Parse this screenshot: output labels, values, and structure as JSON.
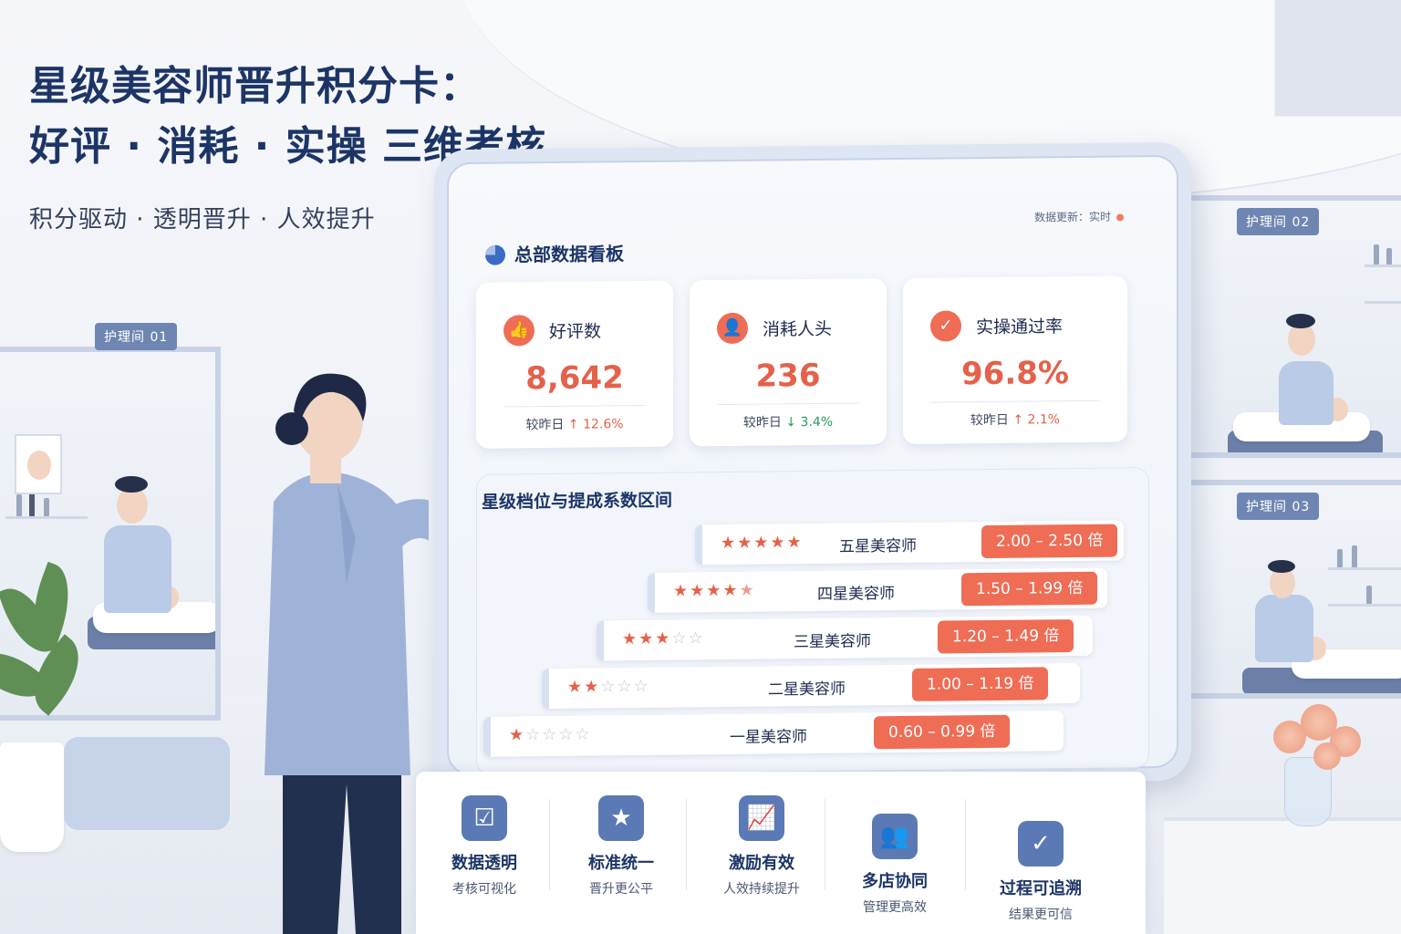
{
  "headline": {
    "line1": "星级美容师晋升积分卡：",
    "line2": "好评 · 消耗 · 实操 三维考核",
    "subtitle": "积分驱动 · 透明晋升 · 人效提升"
  },
  "rooms": {
    "room1": "护理间 01",
    "room2": "护理间 02",
    "room3": "护理间 03"
  },
  "dashboard": {
    "update_note": "数据更新：实时",
    "title": "总部数据看板",
    "stats": [
      {
        "icon": "thumbs-up-icon",
        "label": "好评数",
        "value": "8,642",
        "change_label": "较昨日",
        "direction": "up",
        "change": "12.6%"
      },
      {
        "icon": "user-icon",
        "label": "消耗人头",
        "value": "236",
        "change_label": "较昨日",
        "direction": "down",
        "change": "3.4%"
      },
      {
        "icon": "shield-check-icon",
        "label": "实操通过率",
        "value": "96.8%",
        "change_label": "较昨日",
        "direction": "up",
        "change": "2.1%"
      }
    ],
    "levels_title": "星级档位与提成系数区间",
    "levels": [
      {
        "stars": 5,
        "name": "五星美容师",
        "range": "2.00 – 2.50 倍"
      },
      {
        "stars": 4.5,
        "name": "四星美容师",
        "range": "1.50 – 1.99 倍"
      },
      {
        "stars": 3,
        "name": "三星美容师",
        "range": "1.20 – 1.49 倍"
      },
      {
        "stars": 2,
        "name": "二星美容师",
        "range": "1.00 – 1.19 倍"
      },
      {
        "stars": 1,
        "name": "一星美容师",
        "range": "0.60 – 0.99 倍"
      }
    ]
  },
  "features": [
    {
      "icon": "clipboard-icon",
      "title": "数据透明",
      "sub": "考核可视化"
    },
    {
      "icon": "badge-star-icon",
      "title": "标准统一",
      "sub": "晋升更公平"
    },
    {
      "icon": "growth-chart-icon",
      "title": "激励有效",
      "sub": "人效持续提升"
    },
    {
      "icon": "team-icon",
      "title": "多店协同",
      "sub": "管理更高效"
    },
    {
      "icon": "shield-check-icon",
      "title": "过程可追溯",
      "sub": "结果更可信"
    }
  ],
  "colors": {
    "accent": "#ef6c55",
    "navy": "#1c3566",
    "panel_bg": "#f7f9fd",
    "down": "#2e9a5a"
  }
}
